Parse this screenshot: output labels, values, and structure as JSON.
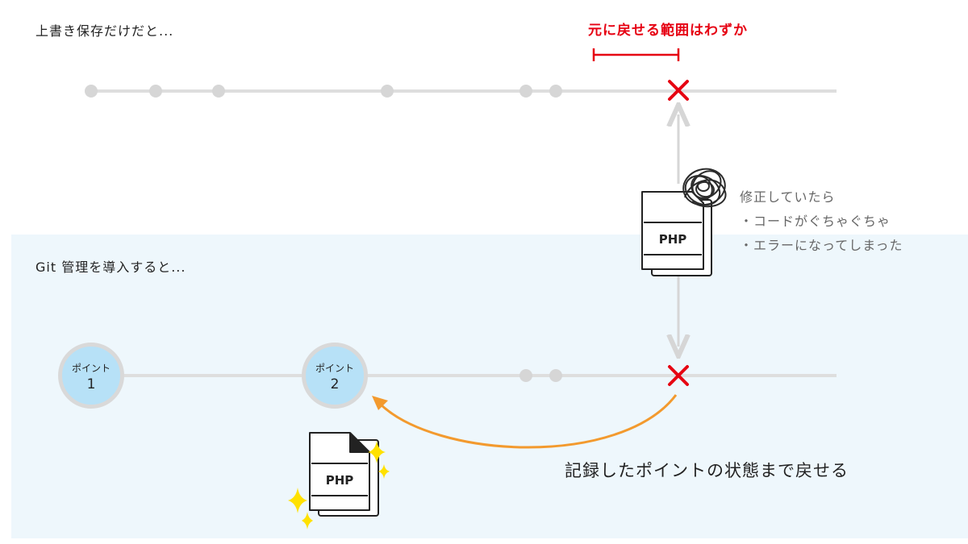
{
  "top": {
    "title": "上書き保存だけだと...",
    "warning": "元に戻せる範囲はわずか",
    "file_label": "PHP",
    "note_lines": [
      "修正していたら",
      "・コードがぐちゃぐちゃ",
      "・エラーになってしまった"
    ]
  },
  "bottom": {
    "title": "Git 管理を導入すると...",
    "points": [
      {
        "label": "ポイント",
        "number": "1"
      },
      {
        "label": "ポイント",
        "number": "2"
      }
    ],
    "file_label": "PHP",
    "result": "記録したポイントの状態まで戻せる"
  },
  "colors": {
    "timeline": "#dedede",
    "error": "#e60012",
    "arrow": "#f39a2e",
    "panel": "#eef7fc",
    "point_fill": "#b7e1f7",
    "sparkle": "#ffe100"
  }
}
